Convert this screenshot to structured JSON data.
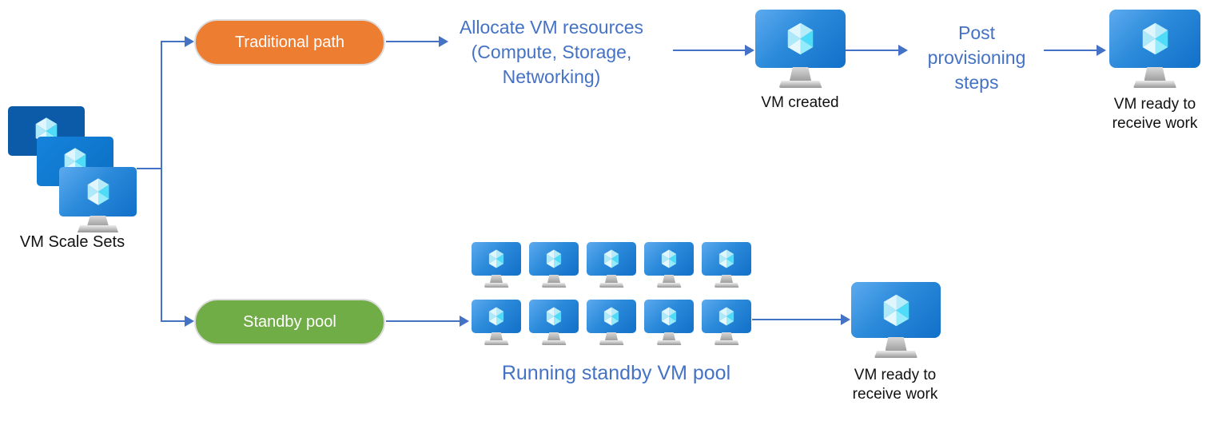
{
  "colors": {
    "arrow": "#4472C4",
    "flow_text": "#4472C4",
    "traditional_pill": "#ED7D31",
    "standby_pill": "#70AD47",
    "label_text": "#111111",
    "monitor_blue_top": "#5CAAEF",
    "monitor_blue_bottom": "#1170C8",
    "cube_cyan": "#4FDCF8"
  },
  "source": {
    "label": "VM Scale Sets"
  },
  "traditional": {
    "pill_label": "Traditional path",
    "allocate_lines": [
      "Allocate VM resources",
      "(Compute, Storage,",
      "Networking)"
    ],
    "vm_created_label": "VM created",
    "post_provisioning_lines": [
      "Post",
      "provisioning",
      "steps"
    ],
    "vm_ready_lines": [
      "VM ready to",
      "receive work"
    ]
  },
  "standby": {
    "pill_label": "Standby pool",
    "pool_label": "Running standby VM pool",
    "pool_vm_count": 10,
    "pool_rows": 2,
    "pool_cols": 5,
    "vm_ready_lines": [
      "VM ready to",
      "receive work"
    ]
  }
}
